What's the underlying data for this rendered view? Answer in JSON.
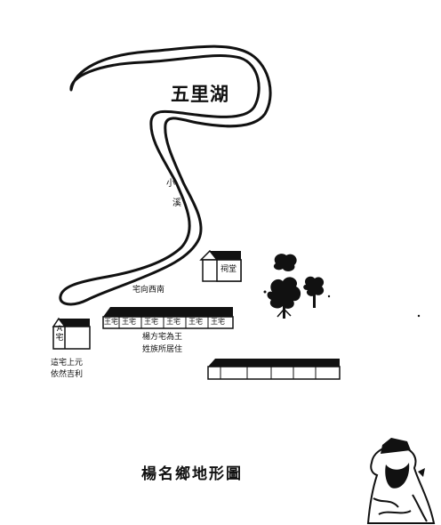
{
  "map": {
    "lake_label": "五里湖",
    "stream_label_1": "小",
    "stream_label_2": "溪",
    "shrine_label": "祠堂",
    "house_a_label": "A宅",
    "facing_label": "宅向西南",
    "row_house_label": "王宅",
    "caption_main_line1": "楊方宅為王",
    "caption_main_line2": "姓族所居住",
    "caption_a_line1": "這宅上元",
    "caption_a_line2": "依然吉利",
    "title": "楊名鄉地形圖"
  }
}
